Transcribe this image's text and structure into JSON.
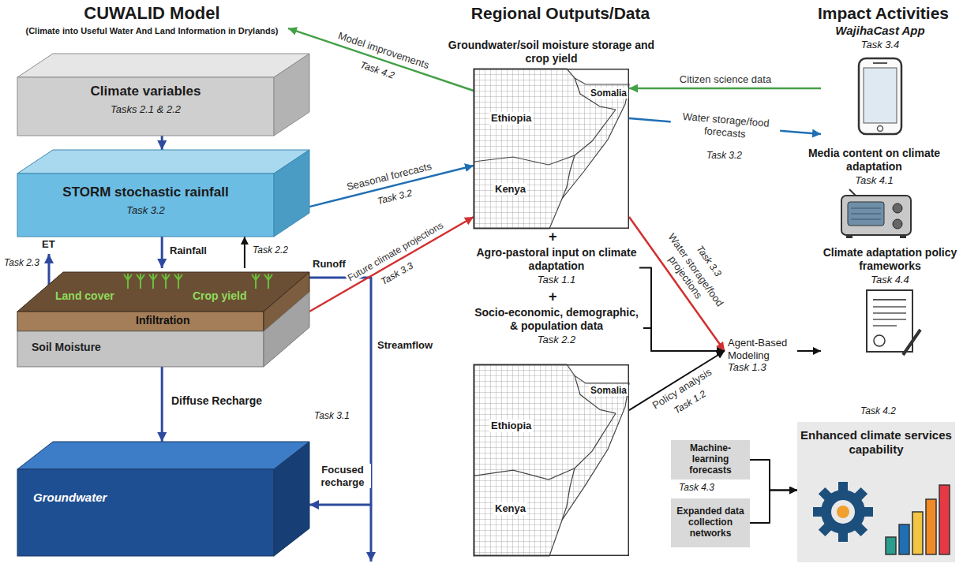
{
  "diagram": {
    "nodes": [
      {
        "text": [
          "CUWALID Model",
          "(Climate into Useful Water And Land Information in Drylands)"
        ]
      },
      {
        "text": [
          "Climate variables",
          "Tasks 2.1 & 2.2"
        ]
      },
      {
        "text": [
          "STORM stochastic rainfall",
          "Task 3.2"
        ]
      },
      {
        "text": [
          "Land cover",
          "Crop yield",
          "Infiltration",
          "Soil Moisture"
        ]
      },
      {
        "text": [
          "Groundwater"
        ]
      },
      {
        "text": [
          "Groundwater/soil moisture storage and crop yield",
          "Ethiopia",
          "Somalia",
          "Kenya"
        ]
      },
      {
        "text": [
          "Agro-pastoral input on climate adaptation",
          "Task 1.1"
        ]
      },
      {
        "text": [
          "Socio-economic, demographic, & population data",
          "Task 2.2"
        ]
      },
      {
        "text": [
          "Ethiopia",
          "Somalia",
          "Kenya"
        ]
      },
      {
        "text": [
          "WajihaCast App",
          "Task 3.4"
        ]
      },
      {
        "text": [
          "Media content on climate adaptation",
          "Task 4.1"
        ]
      },
      {
        "text": [
          "Agent-Based Modeling",
          "Task 1.3"
        ]
      },
      {
        "text": [
          "Climate adaptation policy frameworks",
          "Task 4.4"
        ]
      },
      {
        "text": [
          "Machine-learning forecasts"
        ]
      },
      {
        "text": [
          "Expanded data collection networks"
        ]
      },
      {
        "text": [
          "Enhanced climate services capability"
        ]
      }
    ],
    "edges": [
      {
        "from": 1,
        "to": 2,
        "arrow": "to"
      },
      {
        "from": 2,
        "to": 3,
        "label": "Rainfall",
        "arrow": "to"
      },
      {
        "from": 3,
        "to": 2,
        "label": "Task 2.2",
        "arrow": "to"
      },
      {
        "from": 3,
        "to": 4,
        "label": "Diffuse Recharge",
        "arrow": "to"
      },
      {
        "from": 3,
        "to": 4,
        "label": "Focused recharge",
        "arrow": "to"
      },
      {
        "from": 2,
        "to": 5,
        "label": "Seasonal forecasts",
        "arrow": "to"
      },
      {
        "from": 3,
        "to": 5,
        "label": "Future climate projections",
        "arrow": "to"
      },
      {
        "from": 5,
        "to": 0,
        "label": "Model improvements",
        "arrow": "to"
      },
      {
        "from": 9,
        "to": 5,
        "label": "Citizen science data",
        "arrow": "to"
      },
      {
        "from": 5,
        "to": 9,
        "label": "Water storage/food forecasts",
        "arrow": "to"
      },
      {
        "from": 5,
        "to": 11,
        "label": "Water storage/food projections",
        "arrow": "to"
      },
      {
        "from": 6,
        "to": 11,
        "arrow": "to"
      },
      {
        "from": 7,
        "to": 11,
        "arrow": "to"
      },
      {
        "from": 8,
        "to": 11,
        "label": "Policy analysis",
        "arrow": "to"
      },
      {
        "from": 11,
        "to": 12,
        "arrow": "to"
      },
      {
        "from": 13,
        "to": 15,
        "label": "Task 4.3",
        "arrow": "to"
      },
      {
        "from": 14,
        "to": 15,
        "arrow": "to"
      }
    ],
    "labels": [
      "Regional Outputs/Data",
      "Impact Activities",
      "ET",
      "Task 2.3",
      "Runoff",
      "Streamflow",
      "Task 3.1",
      "Task 3.2",
      "Task 3.3",
      "Task 4.2",
      "Task 3.2",
      "Task 3.3",
      "Task 1.2",
      "Task 4.2",
      "+",
      "+"
    ]
  }
}
